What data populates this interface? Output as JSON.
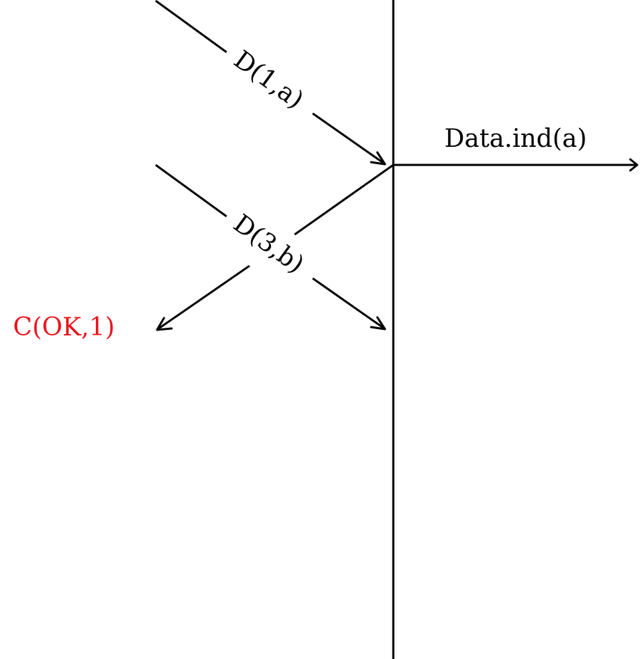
{
  "messages": {
    "d1": "D(1,a)",
    "d3": "D(3,b)",
    "indication": "Data.ind(a)",
    "ack": "C(OK,1)"
  },
  "colors": {
    "line": "#000000",
    "ack": "#e8141b"
  }
}
